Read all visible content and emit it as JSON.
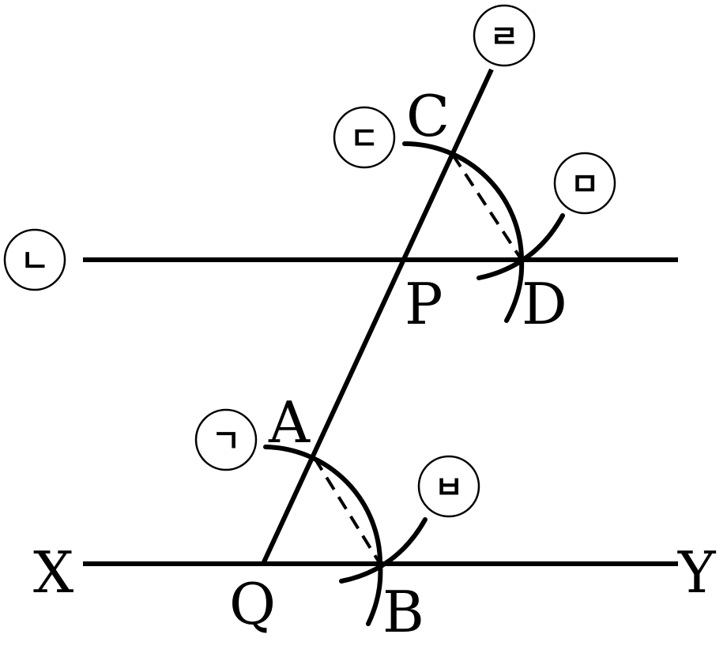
{
  "points": {
    "X": "X",
    "Y": "Y",
    "Q": "Q",
    "B": "B",
    "A": "A",
    "P": "P",
    "D": "D",
    "C": "C"
  },
  "steps": {
    "s1": "ㄱ",
    "s2": "ㄴ",
    "s3": "ㄷ",
    "s4": "ㄹ",
    "s5": "ㅁ",
    "s6": "ㅂ"
  }
}
